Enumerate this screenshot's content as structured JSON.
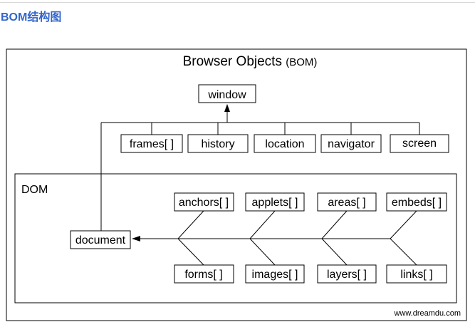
{
  "page": {
    "heading": "BOM结构图"
  },
  "diagram": {
    "bom_title_main": "Browser Objects ",
    "bom_title_paren": "(BOM)",
    "dom_label": "DOM",
    "nodes": {
      "window": "window",
      "frames": "frames[ ]",
      "history": "history",
      "location": "location",
      "navigator": "navigator",
      "screen": "screen",
      "document": "document",
      "anchors": "anchors[ ]",
      "applets": "applets[ ]",
      "areas": "areas[ ]",
      "embeds": "embeds[ ]",
      "forms": "forms[ ]",
      "images": "images[ ]",
      "layers": "layers[ ]",
      "links": "links[ ]"
    },
    "credit": "www.dreamdu.com"
  }
}
